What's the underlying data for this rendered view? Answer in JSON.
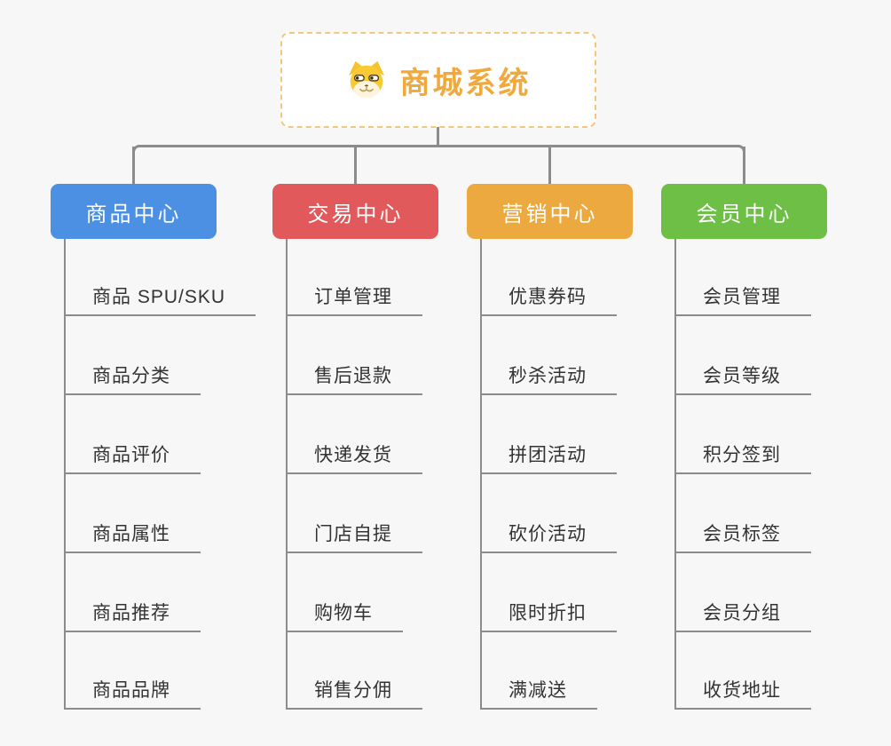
{
  "canvas": {
    "background": "#f7f7f7",
    "connector_color": "#8c8c8c"
  },
  "root": {
    "title": "商城系统",
    "icon": "dog-face-icon",
    "title_color": "#f0a93c",
    "border_color": "#f3c87e"
  },
  "branches": [
    {
      "label": "商品中心",
      "color": "#4b90e2",
      "children": [
        "商品 SPU/SKU",
        "商品分类",
        "商品评价",
        "商品属性",
        "商品推荐",
        "商品品牌"
      ]
    },
    {
      "label": "交易中心",
      "color": "#e2595b",
      "children": [
        "订单管理",
        "售后退款",
        "快递发货",
        "门店自提",
        "购物车",
        "销售分佣"
      ]
    },
    {
      "label": "营销中心",
      "color": "#eba93f",
      "children": [
        "优惠券码",
        "秒杀活动",
        "拼团活动",
        "砍价活动",
        "限时折扣",
        "满减送"
      ]
    },
    {
      "label": "会员中心",
      "color": "#6dbf45",
      "children": [
        "会员管理",
        "会员等级",
        "积分签到",
        "会员标签",
        "会员分组",
        "收货地址"
      ]
    }
  ]
}
